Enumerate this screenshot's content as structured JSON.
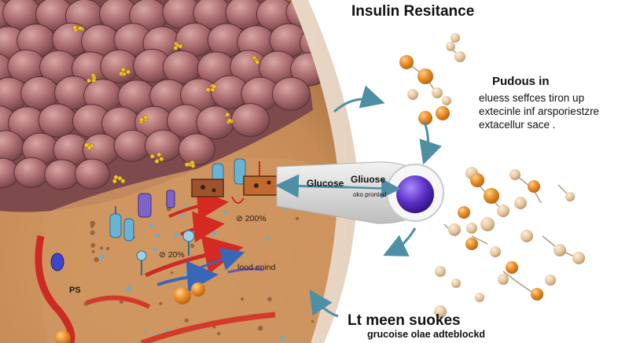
{
  "title": "Insulin Resitance",
  "side_panel": {
    "heading": "Pudous in",
    "lines": [
      "eluess seffces tiron up",
      "extecinle inf arsporiestzre",
      "extacellur sace ."
    ]
  },
  "channel": {
    "left_label": "Glucose",
    "right_label": "Gliuose",
    "note": "oko pronted"
  },
  "tissue_labels": {
    "percent_upper": "⊘ 200%",
    "percent_lower": "⊘ 20%",
    "blood": "lood enind",
    "ps": "PS"
  },
  "bottom": {
    "title": "Lt meen suokes",
    "subtitle": "grucoise olae adteblockd"
  },
  "colors": {
    "cells": "#a66a6e",
    "tissue": "#c98a52",
    "vessel": "#cc2a22",
    "glucose_orange": "#e28a28",
    "glucose_beige": "#e6c9a0",
    "insulin_molecule": "#5b2fc4",
    "arrow_teal": "#4e8fa4"
  }
}
